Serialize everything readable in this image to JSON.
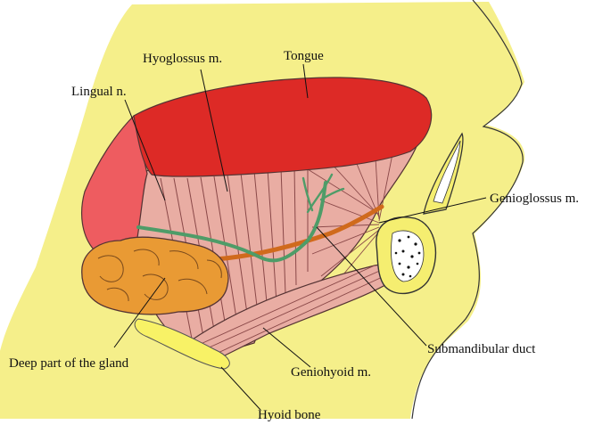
{
  "colors": {
    "background": "#ffffff",
    "face": "#f5ef8a",
    "tongue": "#dd2a26",
    "tongue_side": "#ee5c60",
    "muscle": "#e9ada3",
    "muscle_light": "#f3c6bd",
    "nerve": "#4e9c68",
    "duct": "#d06a1c",
    "gland": "#e99a34",
    "hyoid": "#f8f266",
    "bone": "#f5ee70",
    "outline": "#222222"
  },
  "labels": {
    "hyoglossus": "Hyoglossus m.",
    "tongue": "Tongue",
    "lingual_nerve": "Lingual n.",
    "genioglossus": "Genioglossus m.",
    "submandibular_duct": "Submandibular duct",
    "deep_part_gland": "Deep part of the gland",
    "geniohyoid": "Geniohyoid m.",
    "hyoid_bone": "Hyoid bone"
  }
}
